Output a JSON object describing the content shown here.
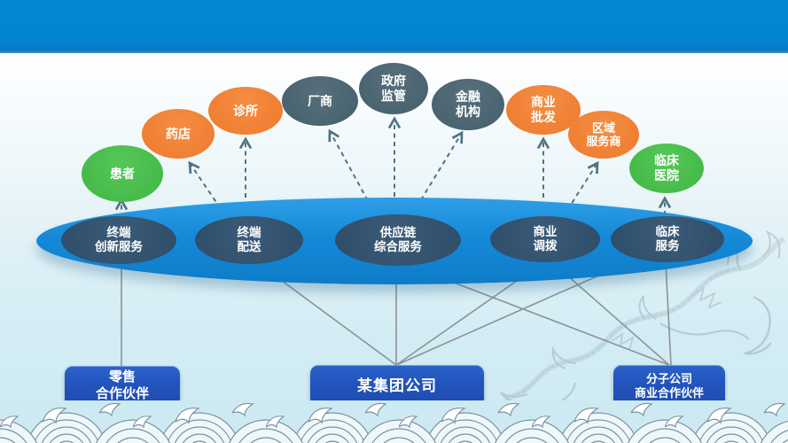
{
  "slide": {
    "type": "ecosystem-diagram",
    "topbar_color": "#0285cf",
    "background_color": "#d9eff6"
  },
  "palette": {
    "green_node": "#45bb48",
    "orange_node": "#ef7d31",
    "dark_node": "#455f6c",
    "inner_node": "#2f4e69",
    "platform_blue": "#1386d6",
    "box_blue": "#2254bd",
    "solid_link": "#8d9296",
    "dashed_link": "#517383",
    "wave_outline": "#7d92a2"
  },
  "outer_nodes": [
    {
      "id": "patient",
      "label": "患者",
      "type": "green"
    },
    {
      "id": "pharmacy",
      "label": "药店",
      "type": "orange"
    },
    {
      "id": "clinic",
      "label": "诊所",
      "type": "orange"
    },
    {
      "id": "manufacturer",
      "label": "厂商",
      "type": "dark"
    },
    {
      "id": "government",
      "label": "政府\n监管",
      "type": "dark"
    },
    {
      "id": "finance",
      "label": "金融\n机构",
      "type": "dark"
    },
    {
      "id": "wholesale",
      "label": "商业\n批发",
      "type": "orange"
    },
    {
      "id": "regional",
      "label": "区域\n服务商",
      "type": "orange"
    },
    {
      "id": "hospital",
      "label": "临床\n医院",
      "type": "green"
    }
  ],
  "inner_nodes": [
    {
      "id": "terminal-innovation",
      "label": "终端\n创新服务"
    },
    {
      "id": "terminal-delivery",
      "label": "终端\n配送"
    },
    {
      "id": "supply-chain",
      "label": "供应链\n综合服务"
    },
    {
      "id": "commercial-allocation",
      "label": "商业\n调拨"
    },
    {
      "id": "clinical-service",
      "label": "临床\n服务"
    }
  ],
  "bottom_boxes": [
    {
      "id": "retail-partner",
      "label": "零售\n合作伙伴"
    },
    {
      "id": "group-company",
      "label": "某集团公司"
    },
    {
      "id": "subsidiary-partner",
      "label": "分子公司\n商业合作伙伴"
    }
  ],
  "solid_links": [
    {
      "from": "retail-partner",
      "to": "terminal-innovation"
    },
    {
      "from": "group-company",
      "to": "terminal-delivery"
    },
    {
      "from": "group-company",
      "to": "supply-chain"
    },
    {
      "from": "group-company",
      "to": "commercial-allocation"
    },
    {
      "from": "group-company",
      "to": "clinical-service"
    },
    {
      "from": "subsidiary-partner",
      "to": "supply-chain"
    },
    {
      "from": "subsidiary-partner",
      "to": "commercial-allocation"
    },
    {
      "from": "subsidiary-partner",
      "to": "clinical-service"
    }
  ],
  "dashed_links": [
    {
      "from": "terminal-innovation",
      "to": "patient"
    },
    {
      "from": "terminal-delivery",
      "to": "pharmacy"
    },
    {
      "from": "terminal-delivery",
      "to": "clinic"
    },
    {
      "from": "supply-chain",
      "to": "manufacturer"
    },
    {
      "from": "supply-chain",
      "to": "government"
    },
    {
      "from": "supply-chain",
      "to": "finance"
    },
    {
      "from": "commercial-allocation",
      "to": "wholesale"
    },
    {
      "from": "commercial-allocation",
      "to": "regional"
    },
    {
      "from": "clinical-service",
      "to": "hospital"
    }
  ]
}
